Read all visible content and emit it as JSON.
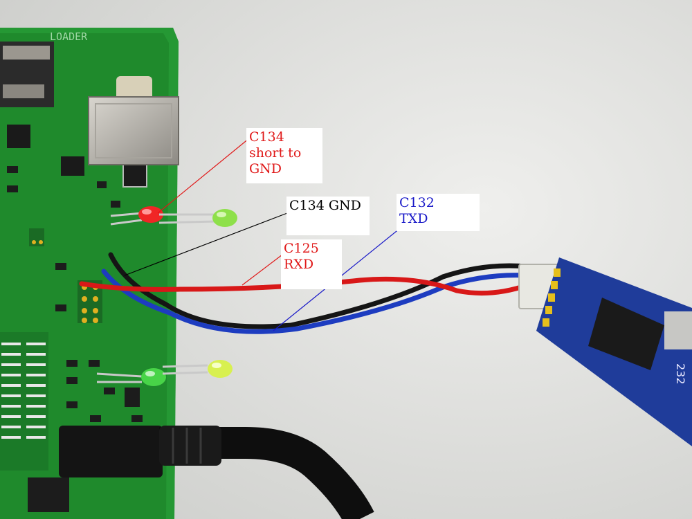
{
  "board": {
    "loader_silkscreen": "LOADER",
    "chip_marking": "232"
  },
  "annotations": {
    "c134_short": {
      "lines": [
        "C134",
        "short to",
        "GND"
      ],
      "color": "#e01818"
    },
    "c134_gnd": {
      "lines": [
        "C134 GND"
      ],
      "color": "#000000"
    },
    "c125_rxd": {
      "lines": [
        "C125",
        "RXD"
      ],
      "color": "#e01818"
    },
    "c132_txd": {
      "lines": [
        "C132",
        "TXD"
      ],
      "color": "#1a1ac8"
    }
  },
  "colors": {
    "pcb": "#1f8a2c",
    "adapter": "#1f3c9a",
    "wire_red": "#d81818",
    "wire_black": "#151515",
    "wire_blue": "#1d3cc0"
  }
}
